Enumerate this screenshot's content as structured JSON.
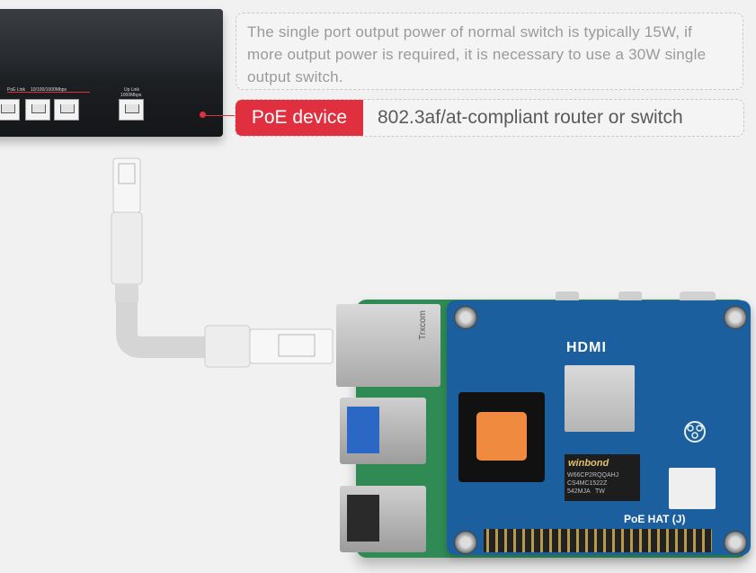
{
  "note": {
    "text": "The single port output power of normal switch is typically 15W, if more output power is required, it is necessary to use a 30W single output switch."
  },
  "poe": {
    "tag": "PoE device",
    "desc": "802.3af/at-compliant router or switch"
  },
  "switch": {
    "poe_link": "PoE Link",
    "speed": "10/100/1000Mbps",
    "uplink": "Up Link",
    "uplink_speed": "1000Mbps"
  },
  "board": {
    "hat_label": "PoE HAT (J)",
    "hdmi": "HDMI",
    "jack_brand": "Trxcom",
    "chip_brand": "winbond",
    "chip_code": "W66CP2RQQAHJ\nCS4MC1522Z\n542MJA   TW"
  },
  "colors": {
    "accent": "#e0303f",
    "hat": "#1b5f9e",
    "pcb": "#2f8a53"
  }
}
